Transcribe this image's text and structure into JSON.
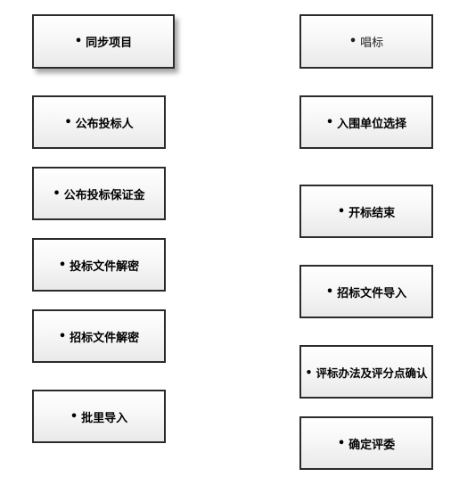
{
  "steps_left": [
    {
      "label": "同步项目"
    },
    {
      "label": "公布投标人"
    },
    {
      "label": "公布投标保证金"
    },
    {
      "label": "投标文件解密"
    },
    {
      "label": "招标文件解密"
    },
    {
      "label": "批里导入"
    }
  ],
  "steps_right": [
    {
      "label": "唱标"
    },
    {
      "label": "入围单位选择"
    },
    {
      "label": "开标结束"
    },
    {
      "label": "招标文件导入"
    },
    {
      "label": "评标办法及评分点确认"
    },
    {
      "label": "确定评委"
    }
  ],
  "bullet": "•"
}
